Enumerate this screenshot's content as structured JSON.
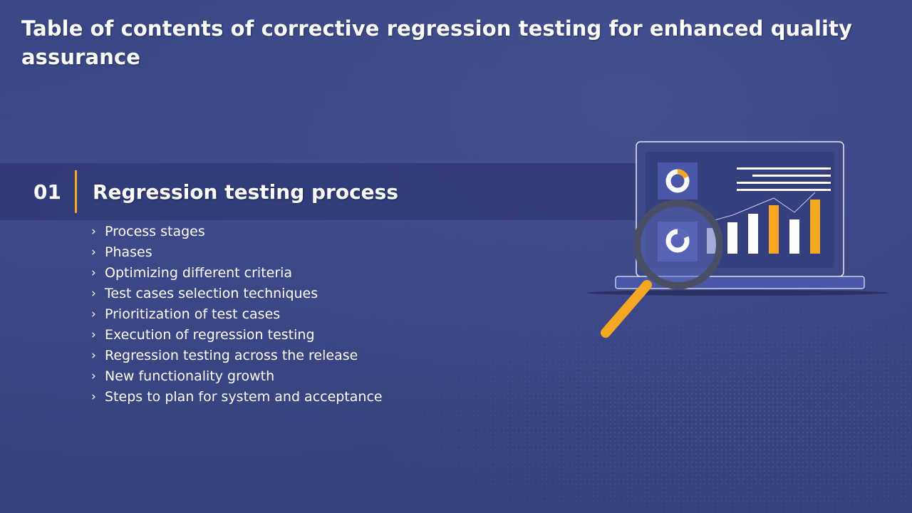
{
  "slide": {
    "title": "Table of contents of corrective regression testing for enhanced quality assurance"
  },
  "section": {
    "number": "01",
    "title": "Regression testing process",
    "items": [
      "Process stages",
      "Phases",
      "Optimizing different criteria",
      "Test cases selection techniques",
      "Prioritization of test cases",
      "Execution of regression testing",
      "Regression testing across the release",
      "New functionality growth",
      "Steps to plan for system and acceptance"
    ]
  },
  "illustration": {
    "bar_levels": [
      0.45,
      0.55,
      0.7,
      0.85,
      0.6,
      0.95
    ],
    "bar_highlight": [
      false,
      false,
      false,
      true,
      false,
      true
    ]
  },
  "colors": {
    "background": "#394381",
    "band": "#303a76",
    "accent": "#f5a623",
    "text": "#ffffff",
    "screen": "#353f7e",
    "laptop_base": "#4a56a6"
  },
  "icons": {
    "bullet": "chevron-right-icon",
    "donut": "donut-chart-icon",
    "magnifier": "magnifying-glass-icon",
    "laptop": "laptop-icon"
  }
}
